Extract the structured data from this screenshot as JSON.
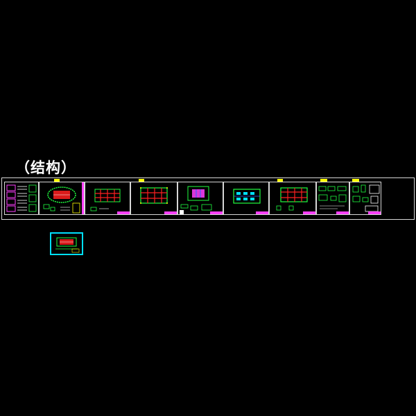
{
  "drawing": {
    "title": "（结构）"
  },
  "colors": {
    "background": "#000000",
    "frame": "#d8d8d8",
    "title_block": "#ff40ff",
    "plan_red": "#ff2020",
    "plan_green": "#20ff40",
    "plan_yellow": "#ffff00",
    "plan_cyan": "#00e0ff",
    "plan_magenta": "#ff40ff",
    "plan_blue": "#3060ff"
  },
  "sheets": [
    {
      "id": "s1",
      "kind": "notes"
    },
    {
      "id": "s2",
      "kind": "plan-red"
    },
    {
      "id": "s3",
      "kind": "plan-red"
    },
    {
      "id": "s4",
      "kind": "plan-red"
    },
    {
      "id": "s5",
      "kind": "plan-magenta"
    },
    {
      "id": "s6",
      "kind": "plan-cyan"
    },
    {
      "id": "s7",
      "kind": "plan-red"
    },
    {
      "id": "s8",
      "kind": "details"
    },
    {
      "id": "s9",
      "kind": "details"
    }
  ],
  "thumbnail": {
    "kind": "plan-red-highlighted"
  }
}
